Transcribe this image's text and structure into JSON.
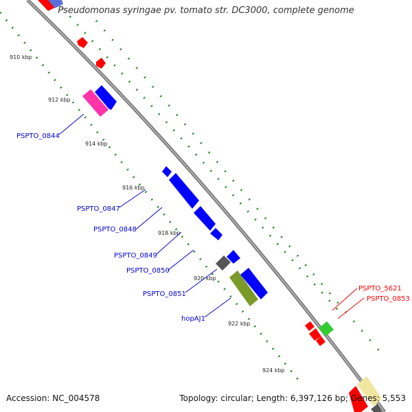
{
  "title": "Pseudomonas syringae pv. tomato str. DC3000, complete genome",
  "accession": "Accession: NC_004578",
  "stats": "Topology: circular; Length: 6,397,126 bp; Genes: 5,553",
  "ticks": [
    "910 kbp",
    "912 kbp",
    "914 kbp",
    "916 kbp",
    "918 kbp",
    "920 kbp",
    "922 kbp",
    "924 kbp"
  ],
  "genes": [
    {
      "label": "PSPTO_0844",
      "strand": "forward"
    },
    {
      "label": "PSPTO_0847",
      "strand": "forward"
    },
    {
      "label": "PSPTO_0848",
      "strand": "forward"
    },
    {
      "label": "PSPTO_0849",
      "strand": "forward"
    },
    {
      "label": "PSPTO_0850",
      "strand": "forward"
    },
    {
      "label": "PSPTO_0851",
      "strand": "forward"
    },
    {
      "label": "hopAJ1",
      "strand": "forward"
    },
    {
      "label": "PSPTO_5621",
      "strand": "reverse"
    },
    {
      "label": "PSPTO_0853",
      "strand": "reverse"
    }
  ],
  "colors": {
    "backbone": "#8c8c8c",
    "gc_dots": "#2e8b2e",
    "forward_cds": "#0000ff",
    "reverse_cds": "#ff0000",
    "forward_label": "#0000cc",
    "reverse_label": "#ff0000"
  }
}
